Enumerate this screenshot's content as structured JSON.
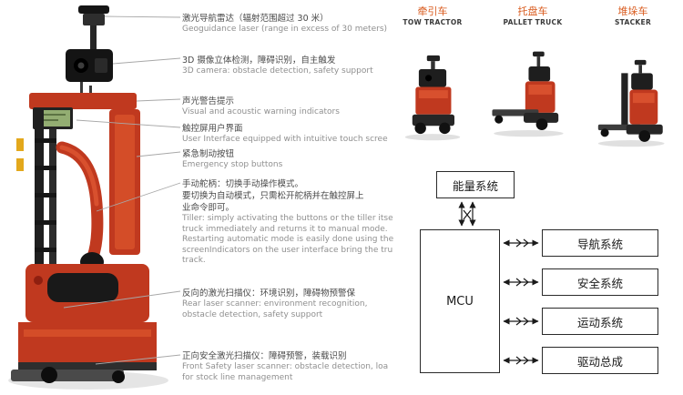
{
  "colors": {
    "machine_red": "#c0391f",
    "machine_dark": "#1a1a1a",
    "screen_green": "#93ad72",
    "label_orange": "#d95b1e",
    "callout_cn": "#4a4a4a",
    "callout_en": "#8f8f8f",
    "diagram_line": "#1a1a1a"
  },
  "callouts": [
    {
      "cn": "激光导航雷达（辐射范围超过 30 米）",
      "en": "Geoguidance laser (range in excess of 30 meters)"
    },
    {
      "cn": "3D 摄像立体检测，障碍识别，自主触发",
      "en": "3D camera: obstacle detection, safety support"
    },
    {
      "cn": "声光警告提示",
      "en": "Visual and acoustic warning indicators"
    },
    {
      "cn": "触控屏用户界面",
      "en": "User Interface equipped with intuitive touch scree"
    },
    {
      "cn": "紧急制动按钮",
      "en": "Emergency stop buttons"
    },
    {
      "cn": "手动舵柄：切换手动操作模式。\n要切换为自动模式，只需松开舵柄并在触控屏上\n业命令即可。",
      "en": "Tiller: simply activating the buttons or the tiller itse\ntruck immediately and returns it to manual mode.\nRestarting automatic mode is easily done using the\nscreenIndicators on the user interface bring the tru\ntrack."
    },
    {
      "cn": "反向的激光扫描仪：环境识别，障碍物预警保",
      "en": "Rear laser scanner: environment recognition,\nobstacle detection, safety support"
    },
    {
      "cn": "正向安全激光扫描仪：障碍预警，装载识别",
      "en": "Front Safety laser scanner: obstacle detection, loa\nfor stock line management"
    }
  ],
  "truck_types": [
    {
      "cn": "牵引车",
      "en": "TOW TRACTOR"
    },
    {
      "cn": "托盘车",
      "en": "PALLET TRUCK"
    },
    {
      "cn": "堆垛车",
      "en": "STACKER"
    }
  ],
  "diagram": {
    "energy": "能量系统",
    "mcu": "MCU",
    "modules": [
      "导航系统",
      "安全系统",
      "运动系统",
      "驱动总成"
    ]
  }
}
